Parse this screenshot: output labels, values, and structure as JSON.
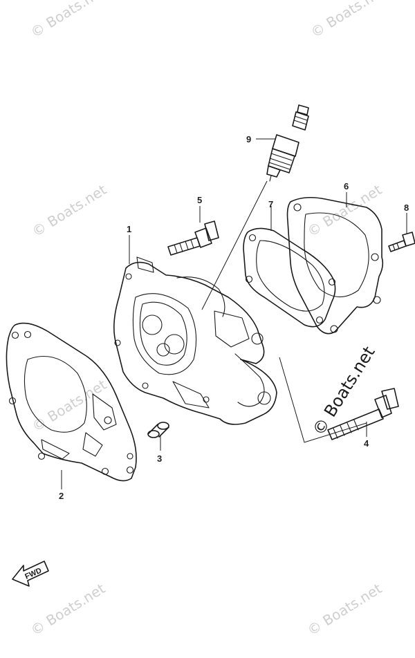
{
  "callouts": [
    {
      "id": "1",
      "label": "1"
    },
    {
      "id": "2",
      "label": "2"
    },
    {
      "id": "3",
      "label": "3"
    },
    {
      "id": "4",
      "label": "4"
    },
    {
      "id": "5",
      "label": "5"
    },
    {
      "id": "6",
      "label": "6"
    },
    {
      "id": "7",
      "label": "7"
    },
    {
      "id": "8",
      "label": "8"
    },
    {
      "id": "9",
      "label": "9"
    }
  ],
  "watermark": {
    "text": "© Boats.net",
    "color": "#cfcfcf",
    "center_text": "© Boats.net"
  },
  "fwd_label": "FWD",
  "colors": {
    "ink": "#1a1a1a",
    "background": "#ffffff"
  }
}
